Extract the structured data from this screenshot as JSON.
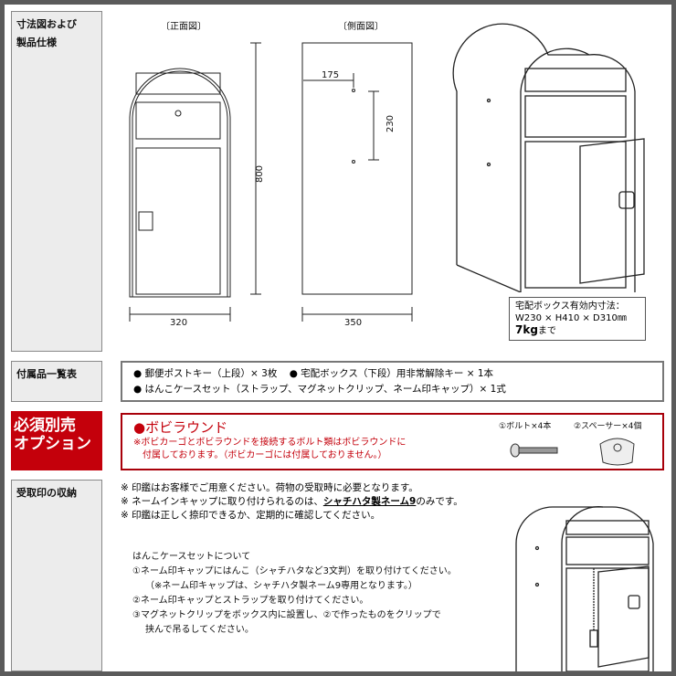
{
  "sections": {
    "dimensions": {
      "label1": "寸法図および",
      "label2": "製品仕様",
      "front_title": "〔正面図〕",
      "side_title": "〔側面図〕",
      "dim_width": "320",
      "dim_height": "800",
      "dim_depth": "350",
      "dim_175": "175",
      "dim_230": "230",
      "spec_line1": "宅配ボックス有効内寸法：",
      "spec_line2": "W230 × H410 × D310㎜",
      "spec_weight": "7kg",
      "spec_weight_suffix": "まで"
    },
    "accessories": {
      "label": "付属品一覧表",
      "item1": "● 郵便ポストキー（上段）× 3枚",
      "item2": "● 宅配ボックス（下段）用非常解除キー × 1本",
      "item3": "● はんこケースセット（ストラップ、マグネットクリップ、ネーム印キャップ）× 1式"
    },
    "option": {
      "label1": "必須別売",
      "label2": "オプション",
      "title": "●ボビラウンド",
      "note1": "※ボビカーゴとボビラウンドを接続するボルト類はボビラウンドに",
      "note2": "付属しております。（ボビカーゴには付属しておりません。）",
      "part1": "①ボルト×4本",
      "part2": "②スペーサー×4個",
      "accent": "#c4000b"
    },
    "stamp": {
      "label": "受取印の収納",
      "note1": "※ 印鑑はお客様でご用意ください。荷物の受取時に必要となります。",
      "note2a": "※ ネームインキャップに取り付けられるのは、",
      "note2b": "シャチハタ製ネーム9",
      "note2c": "のみです。",
      "note3": "※ 印鑑は正しく捺印できるか、定期的に確認してください。",
      "set_title": "はんこケースセットについて",
      "step1": "①ネーム印キャップにはんこ（シャチハタなど3文判）を取り付けてください。",
      "step1b": "（※ネーム印キャップは、シャチハタ製ネーム9専用となります。）",
      "step2": "②ネーム印キャップとストラップを取り付けてください。",
      "step3": "③マグネットクリップをボックス内に設置し、②で作ったものをクリップで",
      "step3b": "挟んで吊るしてください。"
    }
  }
}
